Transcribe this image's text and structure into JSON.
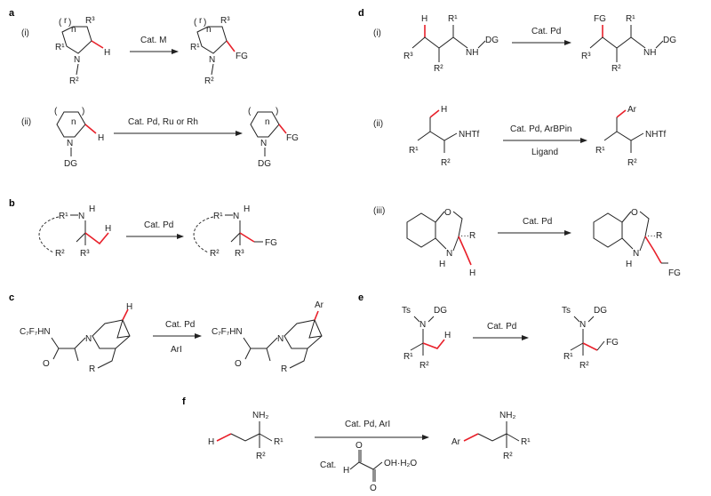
{
  "panels": {
    "a": "a",
    "b": "b",
    "c": "c",
    "d": "d",
    "e": "e",
    "f": "f"
  },
  "subpanels": {
    "a_i": "(i)",
    "a_ii": "(ii)",
    "d_i": "(i)",
    "d_ii": "(ii)",
    "d_iii": "(iii)"
  },
  "conditions": {
    "a_i": "Cat. M",
    "a_ii": "Cat. Pd, Ru or Rh",
    "b": "Cat. Pd",
    "c_top": "Cat. Pd",
    "c_bottom": "ArI",
    "d_i": "Cat. Pd",
    "d_ii_top": "Cat. Pd, ArBPin",
    "d_ii_bottom": "Ligand",
    "d_iii": "Cat. Pd",
    "e": "Cat. Pd",
    "f_top": "Cat. Pd, ArI",
    "f_cat": "Cat.",
    "f_water": "OH·H₂O"
  },
  "labels": {
    "R": "R",
    "R1": "R¹",
    "R2": "R²",
    "R3": "R³",
    "N": "N",
    "H": "H",
    "O": "O",
    "FG": "FG",
    "DG": "DG",
    "Ar": "Ar",
    "NHTf": "NHTf",
    "Ts": "Ts",
    "NH2": "NH₂",
    "NH": "NH",
    "C7F7HN": "C₇F₇HN",
    "n": "n",
    "r": "r",
    "dotsR": "···R"
  },
  "colors": {
    "highlight": "#e8202a",
    "ink": "#222222"
  }
}
